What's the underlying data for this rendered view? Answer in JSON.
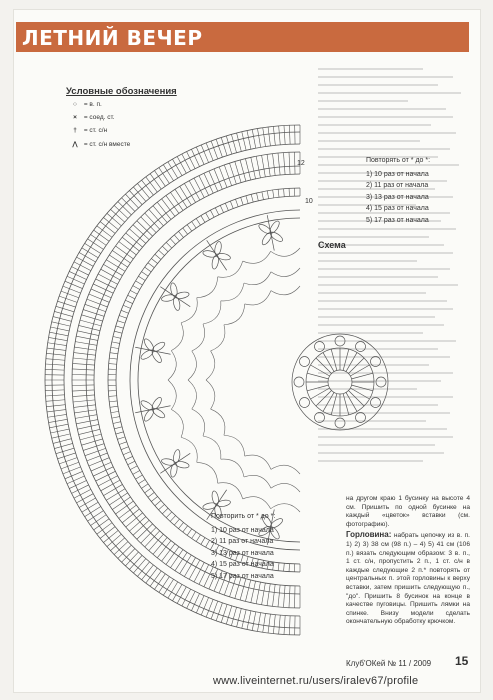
{
  "header": {
    "title": "ЛЕТНИЙ ВЕЧЕР"
  },
  "legend": {
    "title": "Условные обозначения",
    "items": [
      {
        "symbol": "○",
        "icon": "chain-icon",
        "label": "= в. п."
      },
      {
        "symbol": "×",
        "icon": "slip-stitch-icon",
        "label": "= соед. ст."
      },
      {
        "symbol": "†",
        "icon": "dc-icon",
        "label": "= ст. с/н"
      },
      {
        "symbol": "⋀",
        "icon": "dc-together-icon",
        "label": "= ст. с/н вместе"
      }
    ]
  },
  "repeat_top": {
    "header": "Повторять от * до *:",
    "lines": [
      "1) 10 раз от начала",
      "2) 11 раз от начала",
      "3) 13 раз от начала",
      "4) 15 раз от начала",
      "5) 17 раз от начала"
    ]
  },
  "repeat_bottom": {
    "header": "Повторить от * до *:",
    "lines": [
      "1) 10 раз от начала",
      "2) 11 раз от начала",
      "3) 13 раз от начала",
      "4) 15 раз от начала",
      "5) 17 раз от начала"
    ]
  },
  "diagram": {
    "label": "Схема",
    "row_12": "12",
    "row_10": "10"
  },
  "instructions": {
    "para1": "на другом краю 1 бусинку на высоте 4 см. Пришить по одной бусинке на каждый «цветок» вставки (см. фотографию).",
    "heading": "Горловина:",
    "para2": " набрать цепочку из в. п. 1) 2) 3) 38 см (98 п.) – 4) 5) 41 см (106 п.) вязать следующим образом: 3 в. п., 1 ст. с/н, пропустить 2 п., 1 ст. с/н в каждые следующие 2 п.* повторять от центральных п. этой горловины к верху вставки, затем пришить следующую п., \"до\". Пришить 8 бусинок на конце в качестве пуговицы. Пришить лямки на спинке. Внизу модели сделать окончательную обработку крючком."
  },
  "footer": {
    "magazine": "Клуб'ОКей № 11 / 2009",
    "page": "15",
    "url": "www.liveinternet.ru/users/iralev67/profile"
  },
  "colors": {
    "header_bg": "#c96a3f",
    "ink": "#444444"
  }
}
